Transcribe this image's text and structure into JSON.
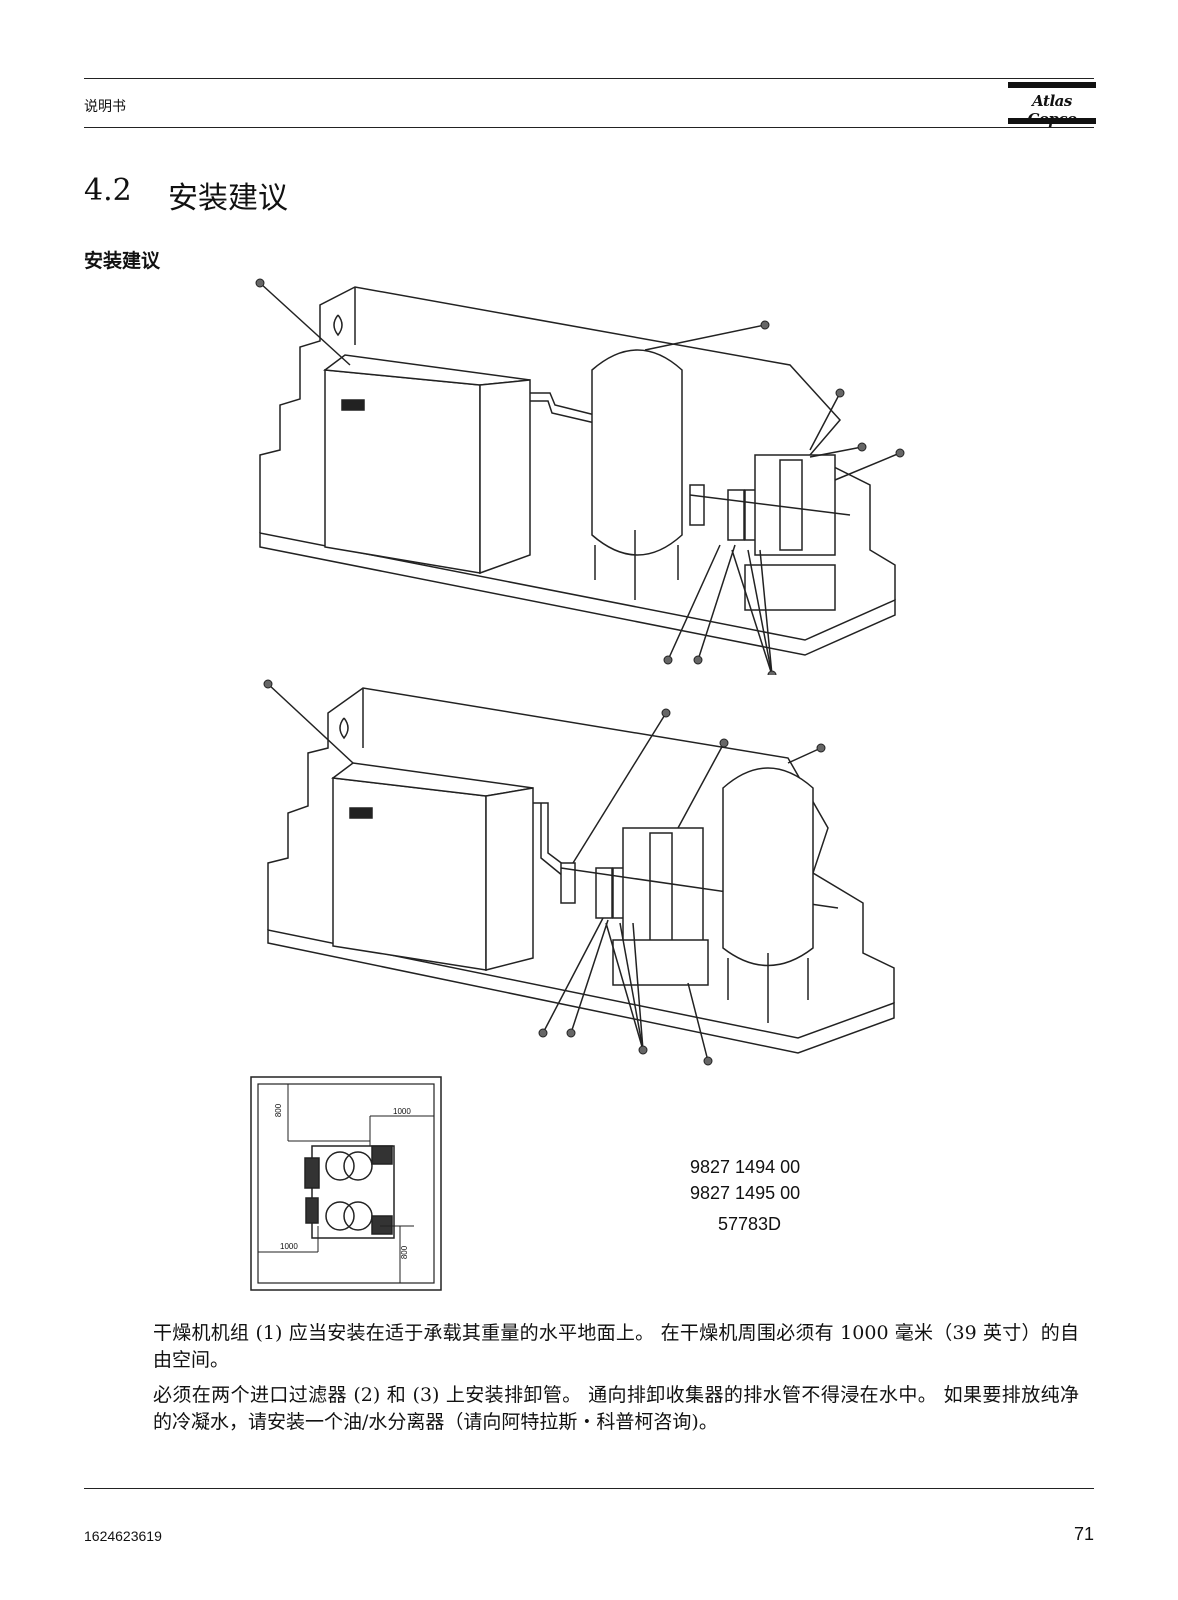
{
  "header": {
    "doc_type": "说明书",
    "brand": "Atlas Copco"
  },
  "section": {
    "number": "4.2",
    "title": "安装建议"
  },
  "subheading": "安装建议",
  "figure": {
    "codes": [
      "9827 1494 00",
      "9827 1495 00",
      "57783D"
    ],
    "dimensions": {
      "top_clearance": "800",
      "right_clearance": "1000",
      "left_clearance": "1000",
      "bottom_clearance": "800"
    }
  },
  "body": {
    "paragraph_1": "干燥机机组 (1) 应当安装在适于承载其重量的水平地面上。 在干燥机周围必须有 1000 毫米（39 英寸）的自由空间。",
    "paragraph_2": "必须在两个进口过滤器 (2) 和 (3) 上安装排卸管。 通向排卸收集器的排水管不得浸在水中。 如果要排放纯净的冷凝水，请安装一个油/水分离器（请向阿特拉斯・科普柯咨询)。"
  },
  "footer": {
    "doc_number": "1624623619",
    "page_number": "71"
  }
}
